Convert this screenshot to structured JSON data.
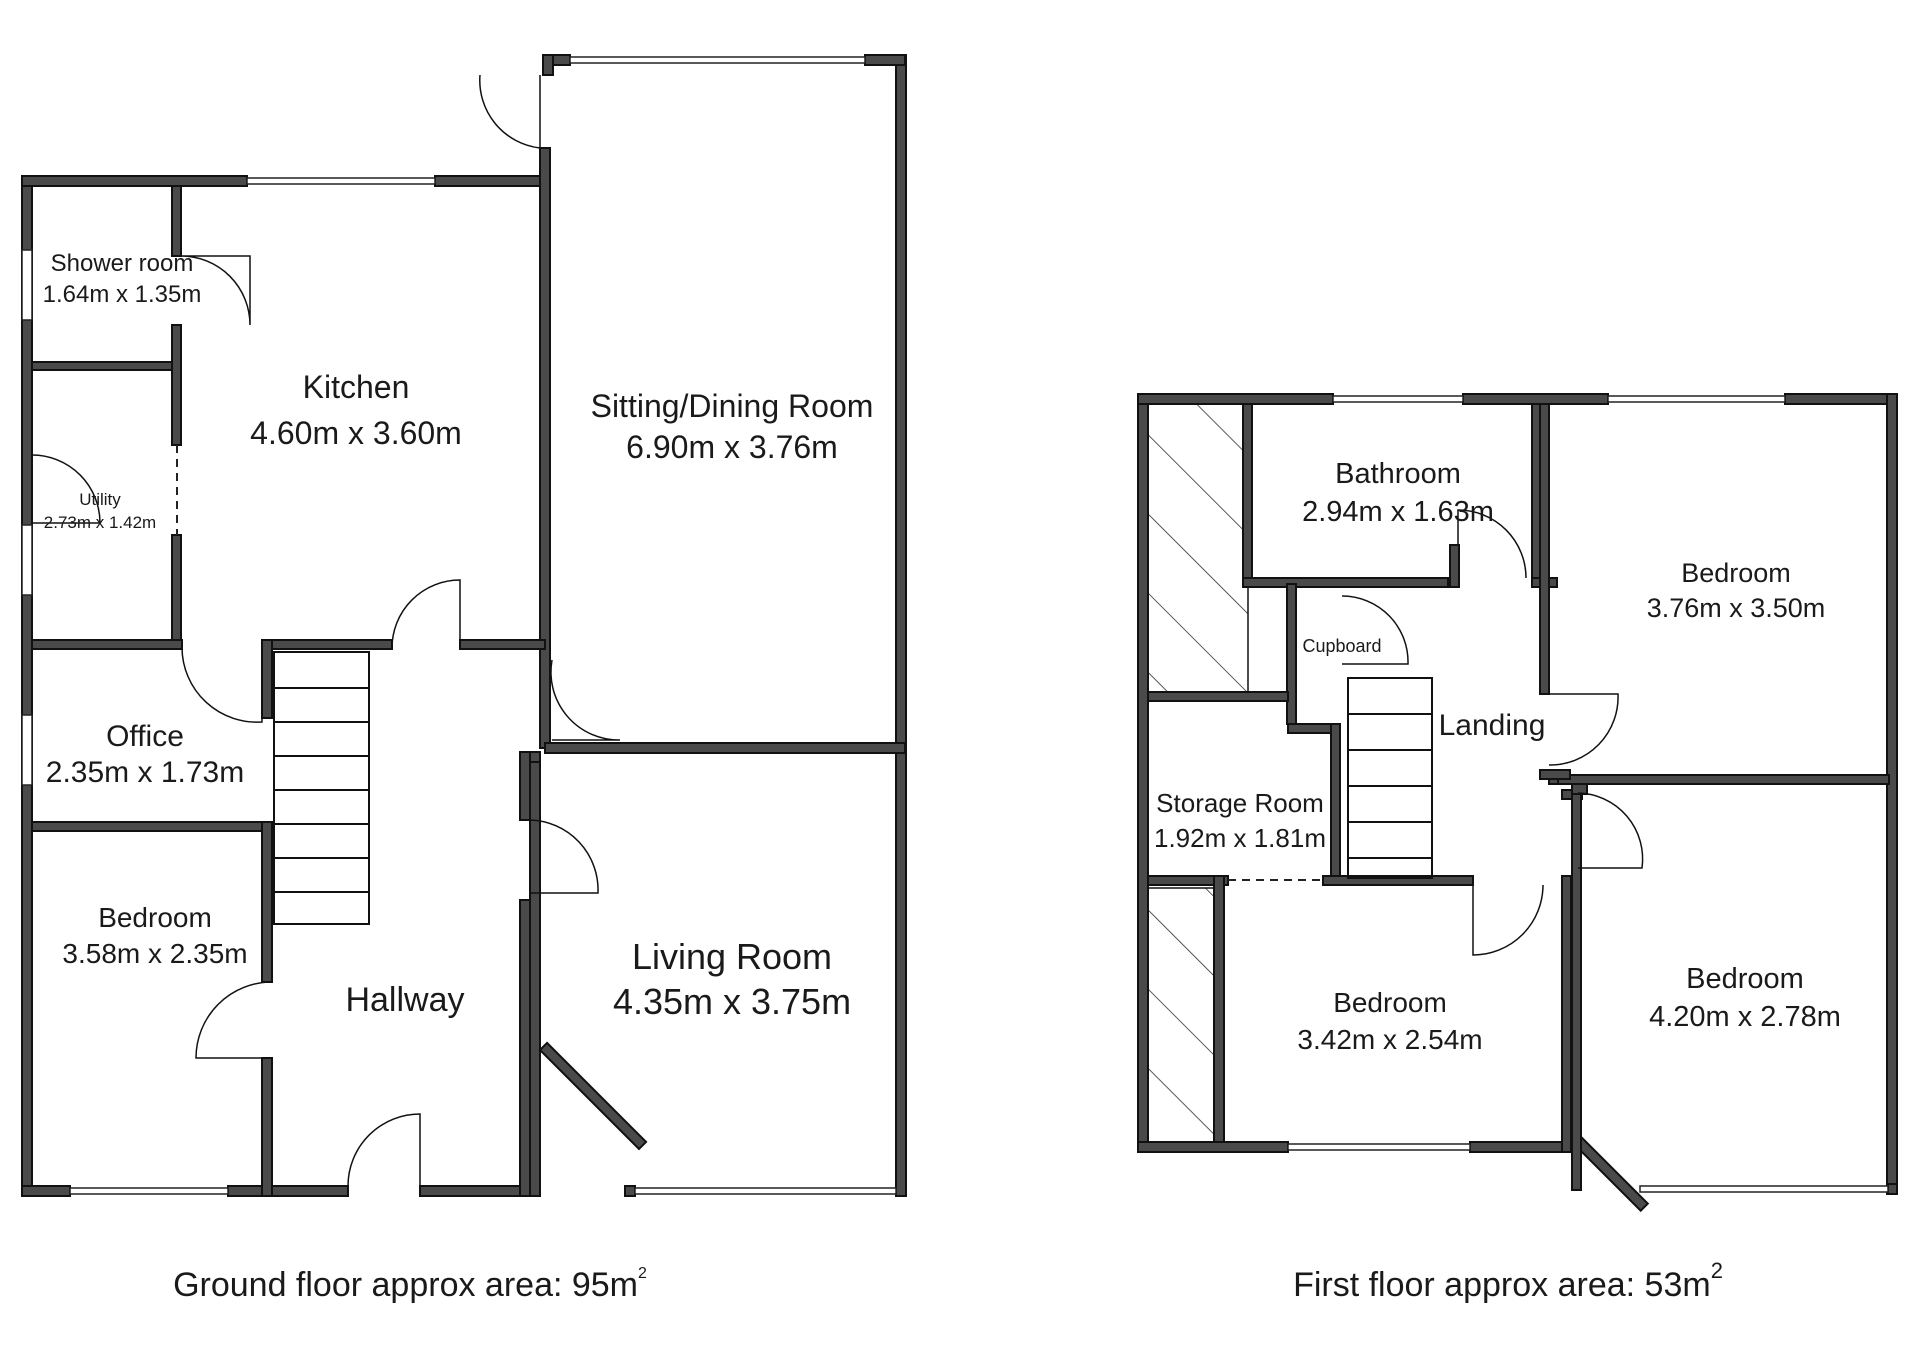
{
  "ground_floor": {
    "rooms": {
      "shower": {
        "name": "Shower room",
        "size": "1.64m x 1.35m"
      },
      "kitchen": {
        "name": "Kitchen",
        "size": "4.60m x 3.60m"
      },
      "sitting": {
        "name": "Sitting/Dining Room",
        "size": "6.90m x 3.76m"
      },
      "utility": {
        "name": "Utility",
        "size": "2.73m x 1.42m"
      },
      "office": {
        "name": "Office",
        "size": "2.35m x 1.73m"
      },
      "bedroom": {
        "name": "Bedroom",
        "size": "3.58m x 2.35m"
      },
      "hallway": {
        "name": "Hallway"
      },
      "living": {
        "name": "Living Room",
        "size": "4.35m x 3.75m"
      }
    },
    "area_label": "Ground floor approx area: 95m",
    "area_superscript": "2"
  },
  "first_floor": {
    "rooms": {
      "bathroom": {
        "name": "Bathroom",
        "size": "2.94m x 1.63m"
      },
      "bedroom_ne": {
        "name": "Bedroom",
        "size": "3.76m x 3.50m"
      },
      "cupboard": {
        "name": "Cupboard"
      },
      "landing": {
        "name": "Landing"
      },
      "storage": {
        "name": "Storage Room",
        "size": "1.92m x 1.81m"
      },
      "bedroom_s": {
        "name": "Bedroom",
        "size": "3.42m x 2.54m"
      },
      "bedroom_se": {
        "name": "Bedroom",
        "size": "4.20m x 2.78m"
      }
    },
    "area_label": "First floor approx area: 53m",
    "area_superscript": "2"
  },
  "colors": {
    "wall": "#4a4a4a",
    "wall_edge": "#111111",
    "background": "#ffffff"
  }
}
